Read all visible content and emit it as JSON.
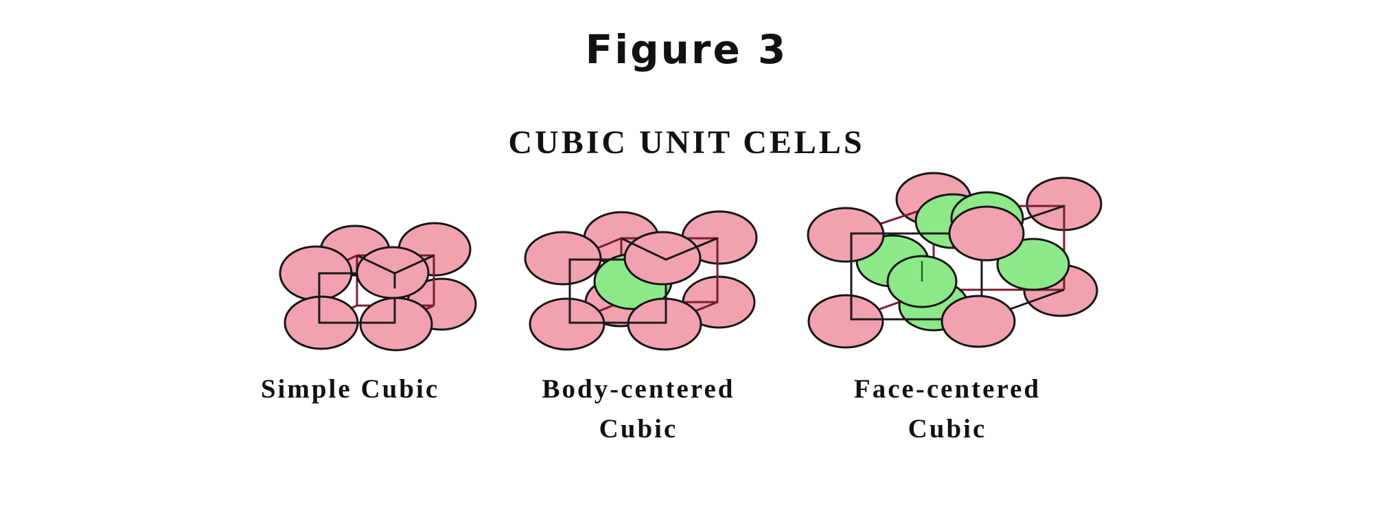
{
  "figure": {
    "title": "Figure 3",
    "diagram_title": "CUBIC UNIT CELLS"
  },
  "cells": [
    {
      "id": "simple",
      "caption_lines": [
        "Simple Cubic"
      ],
      "corner_atom_color": "#f2a1b0",
      "center_atom_color": null
    },
    {
      "id": "body",
      "caption_lines": [
        "Body-centered",
        "Cubic"
      ],
      "corner_atom_color": "#f2a1b0",
      "center_atom_color": "#8de889"
    },
    {
      "id": "face",
      "caption_lines": [
        "Face-centered",
        "Cubic"
      ],
      "corner_atom_color": "#f2a1b0",
      "center_atom_color": "#8de889"
    }
  ],
  "colors": {
    "corner_atom": "#f2a1b0",
    "center_atom": "#8de889",
    "outline": "#151515"
  }
}
